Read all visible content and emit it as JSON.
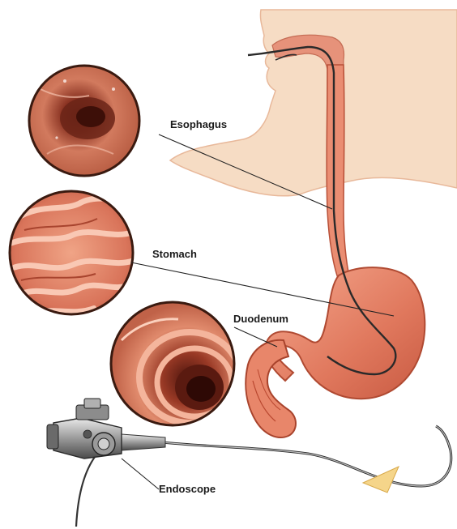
{
  "labels": {
    "esophagus": "Esophagus",
    "stomach": "Stomach",
    "duodenum": "Duodenum",
    "endoscope": "Endoscope"
  },
  "colors": {
    "skin": "#f6dcc4",
    "skin_edge": "#e8b89a",
    "tissue": "#e27f63",
    "tissue_dark": "#b9472f",
    "tissue_light": "#f7b79c",
    "inner_wall": "#c65a3f",
    "scope_line": "#2a2a2a",
    "leader_line": "#222222",
    "cutout_border": "#3a1a10"
  }
}
